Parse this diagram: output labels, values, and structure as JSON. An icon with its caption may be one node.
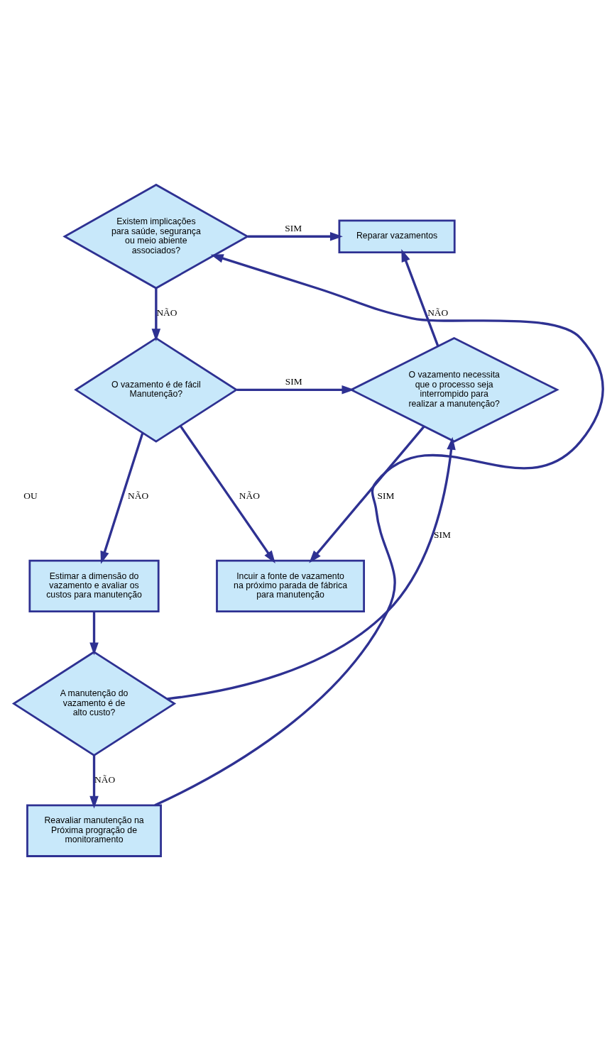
{
  "diagram": {
    "nodes": [
      {
        "text": [
          "Existem implicações para saúde, segurança ou meio abiente associados?"
        ]
      },
      {
        "text": [
          "Reparar vazamentos"
        ]
      },
      {
        "text": [
          "O vazamento é de fácil Manutenção?"
        ]
      },
      {
        "text": [
          "O vazamento necessita que o processo seja interrompido para realizar a manutenção?"
        ]
      },
      {
        "text": [
          "Estimar a dimensão do vazamento e avaliar os custos para manutenção"
        ]
      },
      {
        "text": [
          "Incuir a fonte de vazamento na próximo parada de fábrica para manutenção"
        ]
      },
      {
        "text": [
          "A manutenção do vazamento é de alto custo?"
        ]
      },
      {
        "text": [
          "Reavaliar manutenção na Próxima progração de monitoramento"
        ]
      }
    ],
    "edges": [
      {
        "from": 0,
        "to": 1,
        "arrow": "to",
        "label": "SIM"
      },
      {
        "from": 0,
        "to": 2,
        "arrow": "to",
        "label": "NÃO"
      },
      {
        "from": 2,
        "to": 3,
        "arrow": "to",
        "label": "SIM"
      },
      {
        "from": 2,
        "to": 5,
        "arrow": "to",
        "label": "NÃO"
      },
      {
        "from": 2,
        "to": 4,
        "arrow": "to",
        "label": "NÃO"
      },
      {
        "from": 3,
        "to": 1,
        "arrow": "to",
        "label": "NÃO"
      },
      {
        "from": 3,
        "to": 5,
        "arrow": "to",
        "label": "SIM"
      },
      {
        "from": 4,
        "to": 6,
        "arrow": "to"
      },
      {
        "from": 6,
        "to": 3,
        "arrow": "to",
        "label": "SIM"
      },
      {
        "from": 6,
        "to": 7,
        "arrow": "to",
        "label": "NÃO"
      },
      {
        "from": 7,
        "to": 0,
        "arrow": "to"
      }
    ],
    "labels": [
      "OU"
    ]
  }
}
